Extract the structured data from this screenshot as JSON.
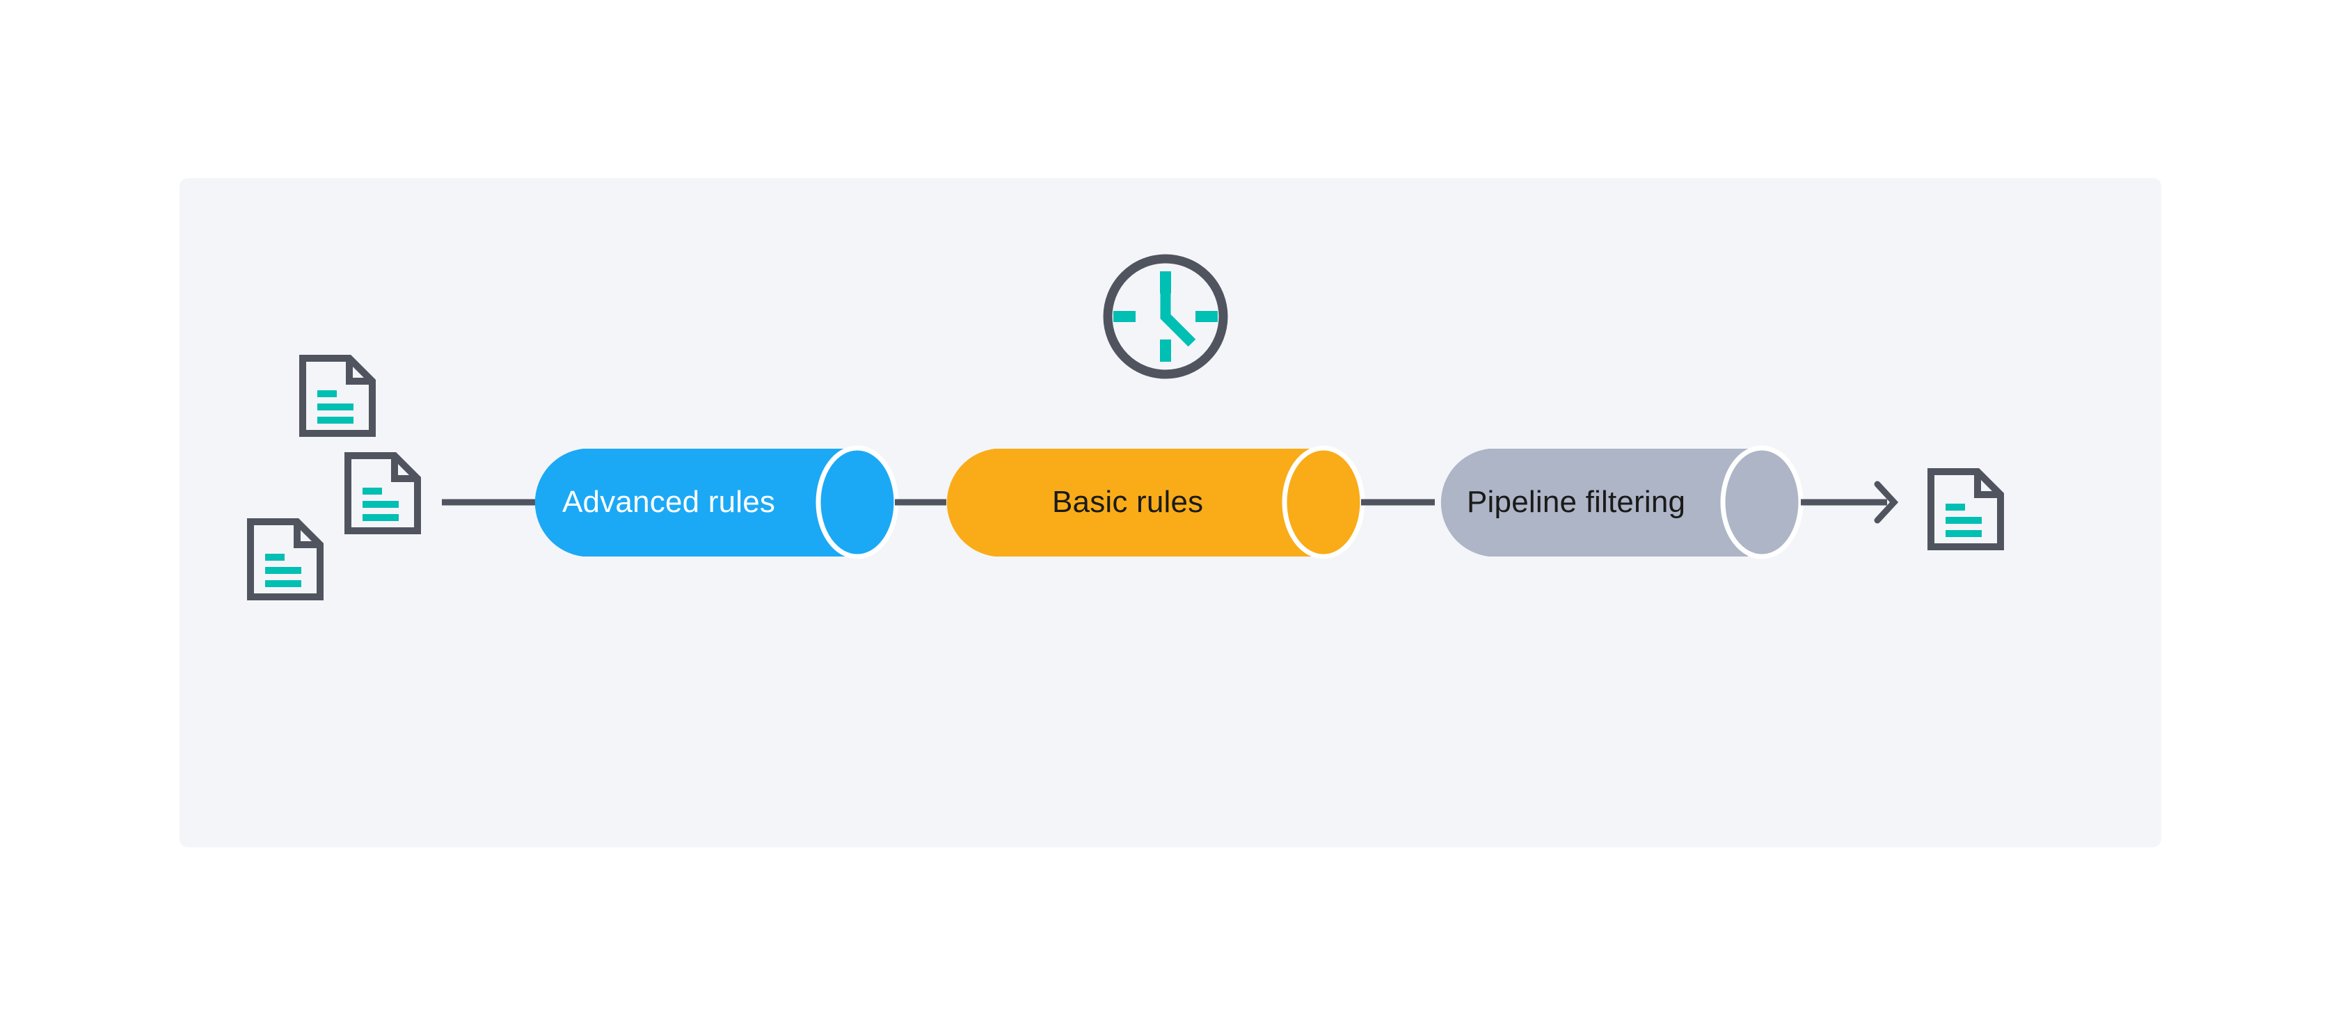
{
  "diagram": {
    "type": "pipeline-flow",
    "title": "",
    "panel": {
      "background_color": "#f4f5f9"
    },
    "colors": {
      "stroke_dark": "#50545f",
      "teal": "#00bfb3",
      "blue": "#1ba9f5",
      "orange": "#f9ac18",
      "gray": "#adb5c6",
      "white": "#ffffff",
      "text_dark": "#1a1a1a"
    },
    "input_documents": [
      {
        "name": "document-icon-top",
        "icon": "document-icon",
        "lines": 3
      },
      {
        "name": "document-icon-middle",
        "icon": "document-icon",
        "lines": 3
      },
      {
        "name": "document-icon-bottom",
        "icon": "document-icon",
        "lines": 3
      }
    ],
    "clock": {
      "icon": "clock-icon",
      "label": "",
      "tick_count": 4,
      "hands": 2
    },
    "stages": [
      {
        "id": "advanced-rules",
        "label": "Advanced rules",
        "fill": "#1ba9f5",
        "text_color": "#ffffff"
      },
      {
        "id": "basic-rules",
        "label": "Basic rules",
        "fill": "#f9ac18",
        "text_color": "#1a1a1a"
      },
      {
        "id": "pipeline-filtering",
        "label": "Pipeline filtering",
        "fill": "#adb5c6",
        "text_color": "#1a1a1a"
      }
    ],
    "output_document": {
      "name": "document-icon-output",
      "icon": "document-icon",
      "lines": 3
    },
    "connectors": [
      {
        "from": "input-documents",
        "to": "advanced-rules",
        "arrow": false
      },
      {
        "from": "advanced-rules",
        "to": "basic-rules",
        "arrow": false
      },
      {
        "from": "basic-rules",
        "to": "pipeline-filtering",
        "arrow": false
      },
      {
        "from": "pipeline-filtering",
        "to": "output-document",
        "arrow": true
      }
    ]
  }
}
